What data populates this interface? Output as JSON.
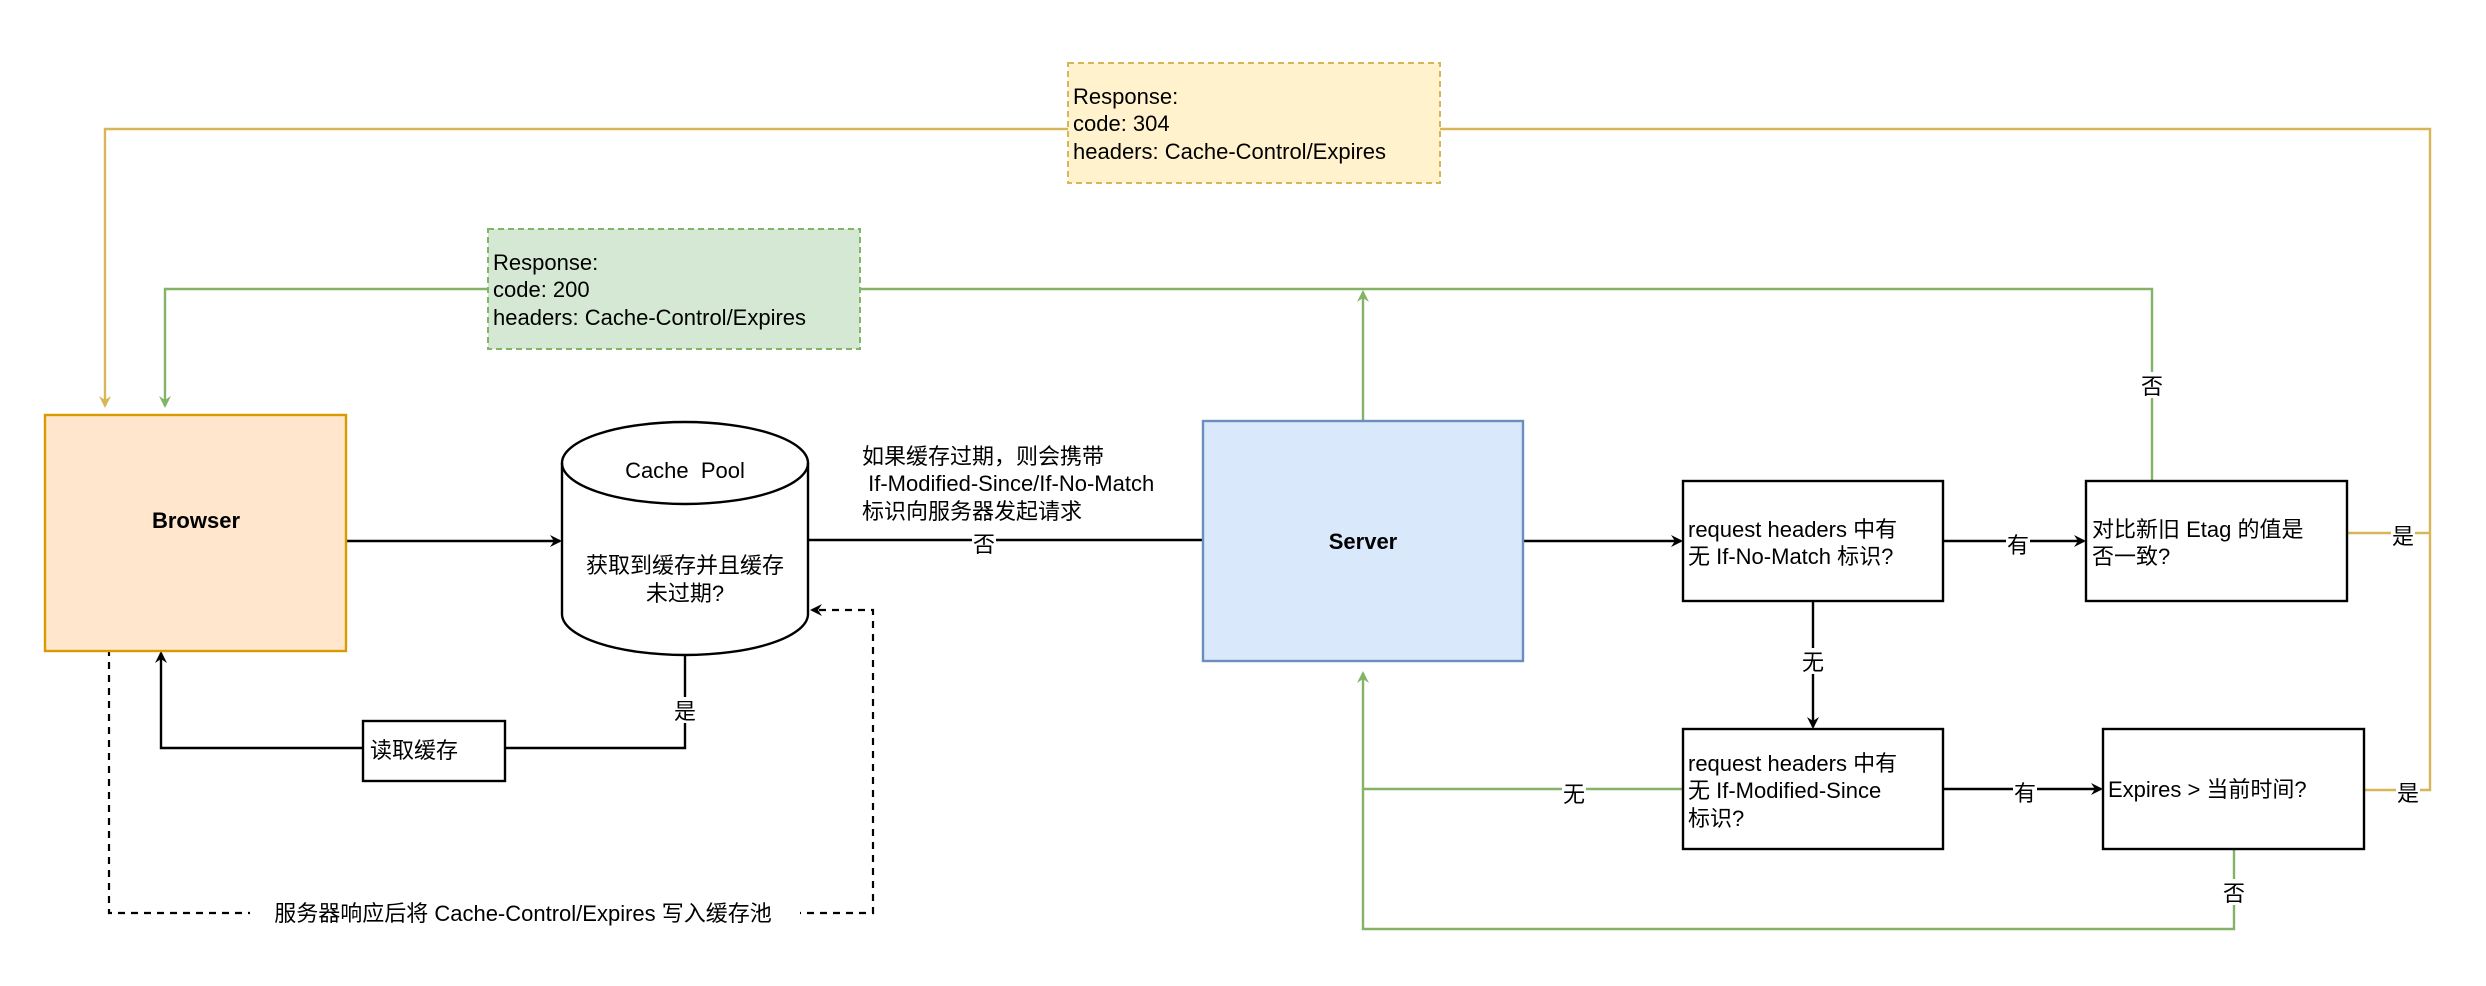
{
  "diagram": {
    "title": "HTTP cache flow",
    "colors": {
      "browser_fill": "#ffe6cc",
      "browser_stroke": "#d79b00",
      "server_fill": "#dae8fc",
      "server_stroke": "#6c8ebf",
      "resp200_fill": "#d5e8d4",
      "resp200_stroke": "#82b366",
      "resp304_fill": "#fff2cc",
      "resp304_stroke": "#d6b656",
      "edge_green": "#82b366",
      "edge_yellow": "#d6b656",
      "edge_black": "#000000"
    },
    "nodes": {
      "browser": {
        "label": "Browser"
      },
      "server": {
        "label": "Server"
      },
      "cache_pool": {
        "title": "Cache  Pool",
        "question_line1": "获取到缓存并且缓存",
        "question_line2": "未过期?"
      },
      "read_cache": {
        "label": "读取缓存"
      },
      "check_if_none_match": {
        "line1": "request headers 中有",
        "line2": "无 If-No-Match 标识?"
      },
      "compare_etag": {
        "line1": "对比新旧 Etag 的值是",
        "line2": "否一致?"
      },
      "check_if_modified_since": {
        "line1": "request headers 中有",
        "line2": "无 If-Modified-Since",
        "line3": "标识?"
      },
      "compare_expires": {
        "label": "Expires > 当前时间?"
      },
      "response_200": {
        "line1": "Response:",
        "line2": "code: 200",
        "line3": "headers: Cache-Control/Expires"
      },
      "response_304": {
        "line1": "Response:",
        "line2": "code: 304",
        "line3": "headers: Cache-Control/Expires"
      }
    },
    "edge_labels": {
      "cache_no": "否",
      "cache_yes": "是",
      "request_note_line1": "如果缓存过期，则会携带",
      "request_note_line2": " If-Modified-Since/If-No-Match",
      "request_note_line3": "标识向服务器发起请求",
      "inm_has": "有",
      "inm_none": "无",
      "etag_yes": "是",
      "etag_no": "否",
      "ims_has": "有",
      "ims_none": "无",
      "expires_yes": "是",
      "expires_no": "否",
      "write_cache": "服务器响应后将 Cache-Control/Expires 写入缓存池"
    }
  }
}
